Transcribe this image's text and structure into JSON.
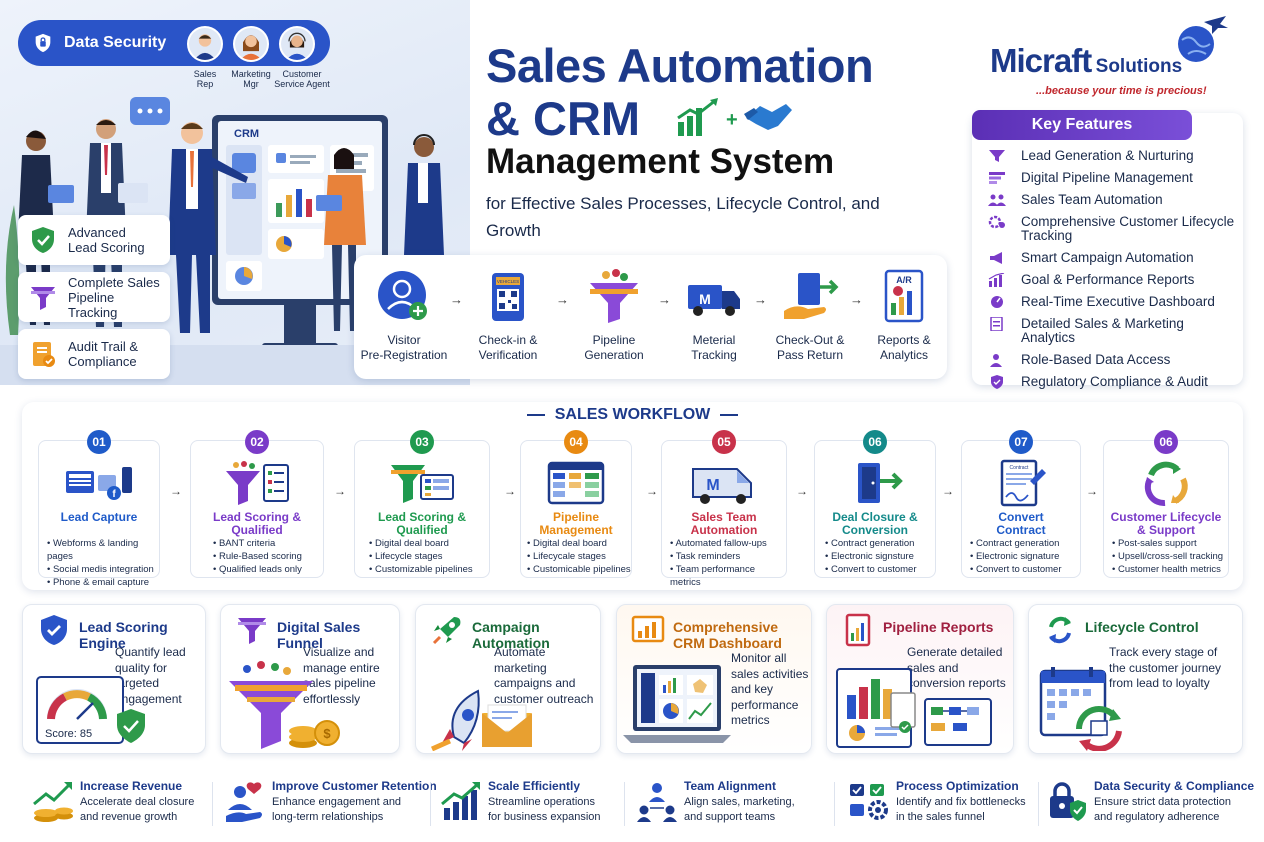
{
  "hero": {
    "security_label": "Data Security",
    "roles": [
      {
        "line1": "Sales",
        "line2": "Rep"
      },
      {
        "line1": "Marketing",
        "line2": "Mgr"
      },
      {
        "line1": "Customer",
        "line2": "Service Agent"
      }
    ],
    "screen_label": "CRM",
    "cards": [
      {
        "label": "Advanced Lead Scoring",
        "icon": "shield-check-icon"
      },
      {
        "label": "Complete Sales Pipeline Tracking",
        "icon": "funnel-icon"
      },
      {
        "label": "Audit Trail & Compliance",
        "icon": "document-check-icon"
      }
    ]
  },
  "title": {
    "line1": "Sales Automation",
    "line2": "& CRM",
    "line3": "Management System",
    "subtitle": "for Effective Sales Processes, Lifecycle Control, and Growth"
  },
  "brand": {
    "name_main": "Micraft",
    "name_sub": "Solutions",
    "tagline": "...because your time is precious!"
  },
  "key_features": {
    "heading": "Key Features",
    "items": [
      "Lead Generation & Nurturing",
      "Digital Pipeline Management",
      "Sales Team Automation",
      "Comprehensive Customer Lifecycle Tracking",
      "Smart Campaign Automation",
      "Goal & Performance Reports",
      "Real-Time Executive Dashboard",
      "Detailed Sales & Marketing Analytics",
      "Role-Based Data Access",
      "Regulatory Compliance & Audit"
    ]
  },
  "process": {
    "vehicle_tag": "VEHICLES",
    "report_tag": "A/R",
    "steps": [
      {
        "line1": "Visitor",
        "line2": "Pre-Registration"
      },
      {
        "line1": "Check-in &",
        "line2": "Verification"
      },
      {
        "line1": "Pipeline",
        "line2": "Generation"
      },
      {
        "line1": "Meterial",
        "line2": "Tracking"
      },
      {
        "line1": "Check-Out &",
        "line2": "Pass Return"
      },
      {
        "line1": "Reports &",
        "line2": "Analytics"
      }
    ]
  },
  "workflow": {
    "title": "SALES WORKFLOW",
    "steps": [
      {
        "num": "01",
        "name1": "Lead Capture",
        "name2": "",
        "color": "#1f5bc9",
        "bullets": [
          "Webforms & landing pages",
          "Social medis integration",
          "Phone & email capture"
        ]
      },
      {
        "num": "02",
        "name1": "Lead Scoring &",
        "name2": "Qualified",
        "color": "#7a3bc8",
        "bullets": [
          "BANT criteria",
          "Rule-Based scoring",
          "Qualified leads only"
        ]
      },
      {
        "num": "03",
        "name1": "Lead Scoring &",
        "name2": "Qualified",
        "color": "#1f9a4f",
        "bullets": [
          "Digital deal board",
          "Lifecycle stages",
          "Customizable pipelines"
        ]
      },
      {
        "num": "04",
        "name1": "Pipeline",
        "name2": "Management",
        "color": "#e88a12",
        "bullets": [
          "Digital deal board",
          "Lifecycale stages",
          "Customicable pipelines"
        ]
      },
      {
        "num": "05",
        "name1": "Sales Team",
        "name2": "Automation",
        "color": "#c8324a",
        "bullets": [
          "Automated fallow-ups",
          "Task reminders",
          "Team performance metrics"
        ]
      },
      {
        "num": "06",
        "name1": "Deal Closure &",
        "name2": "Conversion",
        "color": "#148a8a",
        "bullets": [
          "Contract generation",
          "Electronic signsture",
          "Convert to customer"
        ]
      },
      {
        "num": "07",
        "name1": "Convert",
        "name2": "Contract",
        "color": "#1f5bc9",
        "bullets": [
          "Contract generation",
          "Electronic signature",
          "Convert to customer"
        ]
      },
      {
        "num": "06",
        "name1": "Customer Lifecycle",
        "name2": "& Support",
        "color": "#7a3bc8",
        "bullets": [
          "Post-sales support",
          "Upsell/cross-sell tracking",
          "Customer health metrics"
        ]
      }
    ],
    "contract_tag": "Contract"
  },
  "modules": [
    {
      "title1": "Lead Scoring Engine",
      "title2": "",
      "color": "#1d3a8a",
      "desc": [
        "Quantify lead",
        "quality for",
        "targeted",
        "engagement"
      ],
      "score_label": "Score: 85"
    },
    {
      "title1": "Digital Sales Funnel",
      "title2": "",
      "color": "#1d3a8a",
      "desc": [
        "Visualize and",
        "manage entire",
        "sales pipeline",
        "effortlessly"
      ]
    },
    {
      "title1": "Campaign Automation",
      "title2": "",
      "color": "#1a6a3a",
      "desc": [
        "Automate marketing",
        "campaigns and",
        "customer outreach"
      ]
    },
    {
      "title1": "Comprehensive",
      "title2": "CRM Dashboard",
      "color": "#c06a10",
      "desc": [
        "Monitor all",
        "sales activities",
        "and key",
        "performance",
        "metrics"
      ]
    },
    {
      "title1": "Pipeline Reports",
      "title2": "",
      "color": "#a02040",
      "desc": [
        "Generate detailed",
        "sales and",
        "conversion reports"
      ]
    },
    {
      "title1": "Lifecycle Control",
      "title2": "",
      "color": "#1a6a3a",
      "desc": [
        "Track every stage of",
        "the customer journey",
        "from lead to loyalty"
      ]
    }
  ],
  "benefits": [
    {
      "title": "Increase Revenue",
      "line1": "Accelerate deal closure",
      "line2": "and revenue growth"
    },
    {
      "title": "Improve Customer Retention",
      "line1": "Enhance engagement and",
      "line2": "long-term relationships"
    },
    {
      "title": "Scale Efficiently",
      "line1": "Streamline operations",
      "line2": "for business expansion"
    },
    {
      "title": "Team Alignment",
      "line1": "Align sales, marketing,",
      "line2": "and support teams"
    },
    {
      "title": "Process Optimization",
      "line1": "Identify and fix bottlenecks",
      "line2": "in the sales funnel"
    },
    {
      "title": "Data Security & Compliance",
      "line1": "Ensure strict data protection",
      "line2": "and regulatory adherence"
    }
  ]
}
